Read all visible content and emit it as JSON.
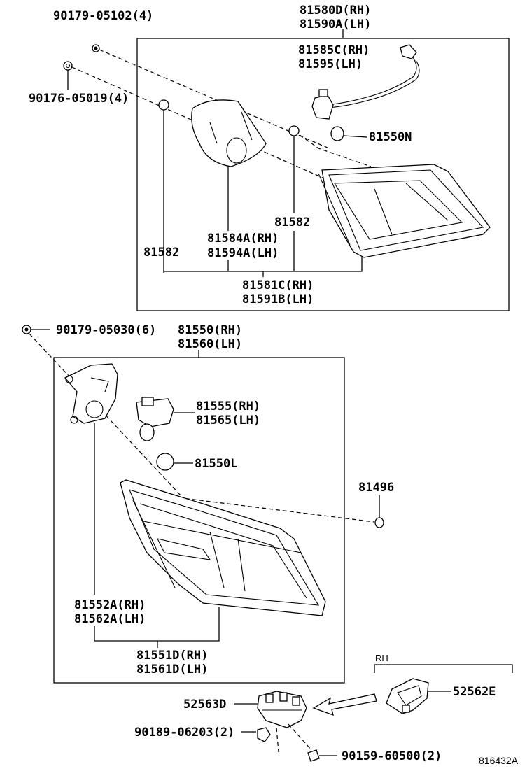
{
  "diagram": {
    "labels": {
      "p_90179_05102": "90179-05102(4)",
      "p_90176_05019": "90176-05019(4)",
      "p_81580D": "81580D(RH)",
      "p_81590A": "81590A(LH)",
      "p_81585C": "81585C(RH)",
      "p_81595": "81595(LH)",
      "p_81550N": "81550N",
      "p_81582_a": "81582",
      "p_81582_b": "81582",
      "p_81584A": "81584A(RH)",
      "p_81594A": "81594A(LH)",
      "p_81581C": "81581C(RH)",
      "p_81591B": "81591B(LH)",
      "p_90179_05030": "90179-05030(6)",
      "p_81550": "81550(RH)",
      "p_81560": "81560(LH)",
      "p_81555": "81555(RH)",
      "p_81565": "81565(LH)",
      "p_81550L": "81550L",
      "p_81496": "81496",
      "p_81552A": "81552A(RH)",
      "p_81562A": "81562A(LH)",
      "p_81551D": "81551D(RH)",
      "p_81561D": "81561D(LH)",
      "p_RH": "RH",
      "p_52562E": "52562E",
      "p_52563D": "52563D",
      "p_90189_06203": "90189-06203(2)",
      "p_90159_60500": "90159-60500(2)",
      "ref_code": "816432A"
    }
  }
}
